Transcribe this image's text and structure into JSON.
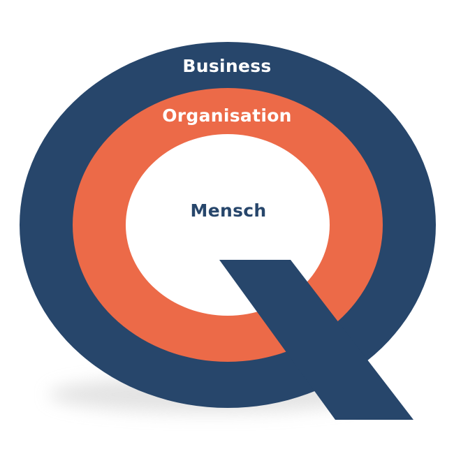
{
  "colors": {
    "outer_ring": "#27466b",
    "middle_ring": "#ec6a48",
    "center": "#ffffff",
    "tail": "#27466b",
    "shadow": "#d8d8d8"
  },
  "rings": {
    "outer": {
      "label": "Business",
      "label_color": "#ffffff"
    },
    "middle": {
      "label": "Organisation",
      "label_color": "#ffffff"
    },
    "center": {
      "label": "Mensch",
      "label_color": "#27466b"
    }
  }
}
